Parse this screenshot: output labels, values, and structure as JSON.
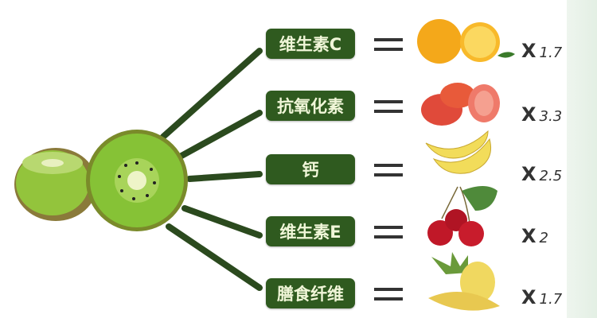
{
  "rows": [
    {
      "nutrient": "维生素C",
      "fruit": "orange-icon",
      "multiplier": "1.7",
      "x": "X"
    },
    {
      "nutrient": "抗氧化素",
      "fruit": "tomato-icon",
      "multiplier": "3.3",
      "x": "X"
    },
    {
      "nutrient": "钙",
      "fruit": "banana-icon",
      "multiplier": "2.5",
      "x": "X"
    },
    {
      "nutrient": "维生素E",
      "fruit": "cherry-icon",
      "multiplier": "2",
      "x": "X"
    },
    {
      "nutrient": "膳食纤维",
      "fruit": "pineapple-icon",
      "multiplier": "1.7",
      "x": "X"
    }
  ],
  "colors": {
    "label_bg": "#2f5a1f",
    "label_text": "#f0f6d8",
    "kiwi_flesh": "#8cc43a",
    "line": "#2b4a1e"
  }
}
